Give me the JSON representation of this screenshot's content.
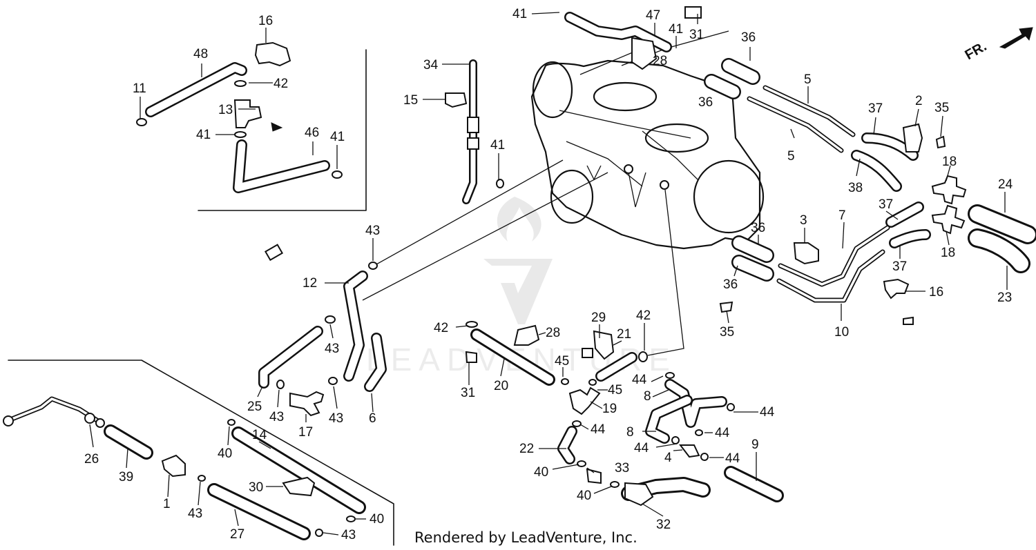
{
  "diagram": {
    "watermark_text": "LEADVENTURE",
    "footer": "Rendered by LeadVenture, Inc.",
    "direction_label": "FR.",
    "callouts": [
      {
        "id": "c-41a",
        "label": "41"
      },
      {
        "id": "c-47",
        "label": "47"
      },
      {
        "id": "c-31a",
        "label": "31"
      },
      {
        "id": "c-41b",
        "label": "41"
      },
      {
        "id": "c-28a",
        "label": "28"
      },
      {
        "id": "c-16a",
        "label": "16"
      },
      {
        "id": "c-48",
        "label": "48"
      },
      {
        "id": "c-11",
        "label": "11"
      },
      {
        "id": "c-42a",
        "label": "42"
      },
      {
        "id": "c-13",
        "label": "13"
      },
      {
        "id": "c-41c",
        "label": "41"
      },
      {
        "id": "c-46",
        "label": "46"
      },
      {
        "id": "c-41d",
        "label": "41"
      },
      {
        "id": "c-34",
        "label": "34"
      },
      {
        "id": "c-15",
        "label": "15"
      },
      {
        "id": "c-41e",
        "label": "41"
      },
      {
        "id": "c-36a",
        "label": "36"
      },
      {
        "id": "c-36b",
        "label": "36"
      },
      {
        "id": "c-5a",
        "label": "5"
      },
      {
        "id": "c-5b",
        "label": "5"
      },
      {
        "id": "c-37a",
        "label": "37"
      },
      {
        "id": "c-2",
        "label": "2"
      },
      {
        "id": "c-35a",
        "label": "35"
      },
      {
        "id": "c-18a",
        "label": "18"
      },
      {
        "id": "c-38",
        "label": "38"
      },
      {
        "id": "c-24",
        "label": "24"
      },
      {
        "id": "c-37b",
        "label": "37"
      },
      {
        "id": "c-18b",
        "label": "18"
      },
      {
        "id": "c-37c",
        "label": "37"
      },
      {
        "id": "c-23",
        "label": "23"
      },
      {
        "id": "c-16b",
        "label": "16"
      },
      {
        "id": "c-3",
        "label": "3"
      },
      {
        "id": "c-7",
        "label": "7"
      },
      {
        "id": "c-36c",
        "label": "36"
      },
      {
        "id": "c-36d",
        "label": "36"
      },
      {
        "id": "c-10",
        "label": "10"
      },
      {
        "id": "c-35b",
        "label": "35"
      },
      {
        "id": "c-43a",
        "label": "43"
      },
      {
        "id": "c-12",
        "label": "12"
      },
      {
        "id": "c-43b",
        "label": "43"
      },
      {
        "id": "c-25",
        "label": "25"
      },
      {
        "id": "c-43c",
        "label": "43"
      },
      {
        "id": "c-17",
        "label": "17"
      },
      {
        "id": "c-43d",
        "label": "43"
      },
      {
        "id": "c-6",
        "label": "6"
      },
      {
        "id": "c-42b",
        "label": "42"
      },
      {
        "id": "c-28b",
        "label": "28"
      },
      {
        "id": "c-29",
        "label": "29"
      },
      {
        "id": "c-42c",
        "label": "42"
      },
      {
        "id": "c-21",
        "label": "21"
      },
      {
        "id": "c-31b",
        "label": "31"
      },
      {
        "id": "c-20",
        "label": "20"
      },
      {
        "id": "c-45a",
        "label": "45"
      },
      {
        "id": "c-45b",
        "label": "45"
      },
      {
        "id": "c-19",
        "label": "19"
      },
      {
        "id": "c-44a",
        "label": "44"
      },
      {
        "id": "c-8a",
        "label": "8"
      },
      {
        "id": "c-44b",
        "label": "44"
      },
      {
        "id": "c-8b",
        "label": "8"
      },
      {
        "id": "c-44c",
        "label": "44"
      },
      {
        "id": "c-44d",
        "label": "44"
      },
      {
        "id": "c-4",
        "label": "4"
      },
      {
        "id": "c-44e",
        "label": "44"
      },
      {
        "id": "c-9",
        "label": "9"
      },
      {
        "id": "c-44f",
        "label": "44"
      },
      {
        "id": "c-22",
        "label": "22"
      },
      {
        "id": "c-40a",
        "label": "40"
      },
      {
        "id": "c-33",
        "label": "33"
      },
      {
        "id": "c-40b",
        "label": "40"
      },
      {
        "id": "c-32",
        "label": "32"
      },
      {
        "id": "c-26",
        "label": "26"
      },
      {
        "id": "c-39",
        "label": "39"
      },
      {
        "id": "c-1",
        "label": "1"
      },
      {
        "id": "c-43e",
        "label": "43"
      },
      {
        "id": "c-40c",
        "label": "40"
      },
      {
        "id": "c-14",
        "label": "14"
      },
      {
        "id": "c-30",
        "label": "30"
      },
      {
        "id": "c-27",
        "label": "27"
      },
      {
        "id": "c-40d",
        "label": "40"
      },
      {
        "id": "c-43f",
        "label": "43"
      }
    ]
  }
}
